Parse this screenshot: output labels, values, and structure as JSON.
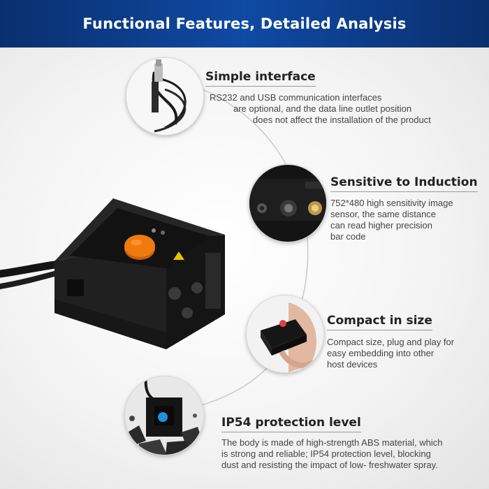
{
  "header": {
    "title": "Functional Features, Detailed Analysis"
  },
  "colors": {
    "banner": "#0f4aa3",
    "button_orange": "#f07a10",
    "shell": "#1b1b1b"
  },
  "features": [
    {
      "title": "Simple interface",
      "lines": [
        "RS232 and USB communication interfaces",
        "are optional, and the data line outlet position",
        "does not affect the installation of the product"
      ],
      "image": "usb-cable"
    },
    {
      "title": "Sensitive to Induction",
      "lines": [
        "752*480 high sensitivity image",
        "sensor, the same distance",
        "can read higher precision",
        "bar code"
      ],
      "image": "image-sensor-closeup"
    },
    {
      "title": "Compact in size",
      "lines": [
        "Compact size, plug and play for",
        "easy embedding into other",
        "host devices"
      ],
      "image": "hand-holding-scanner"
    },
    {
      "title": "IP54 protection level",
      "lines": [
        "The body is made of high-strength ABS material, which",
        "is strong and reliable; IP54 protection level, blocking",
        "dust and resisting the impact of low- freshwater spray."
      ],
      "image": "scanner-in-rocks"
    }
  ]
}
